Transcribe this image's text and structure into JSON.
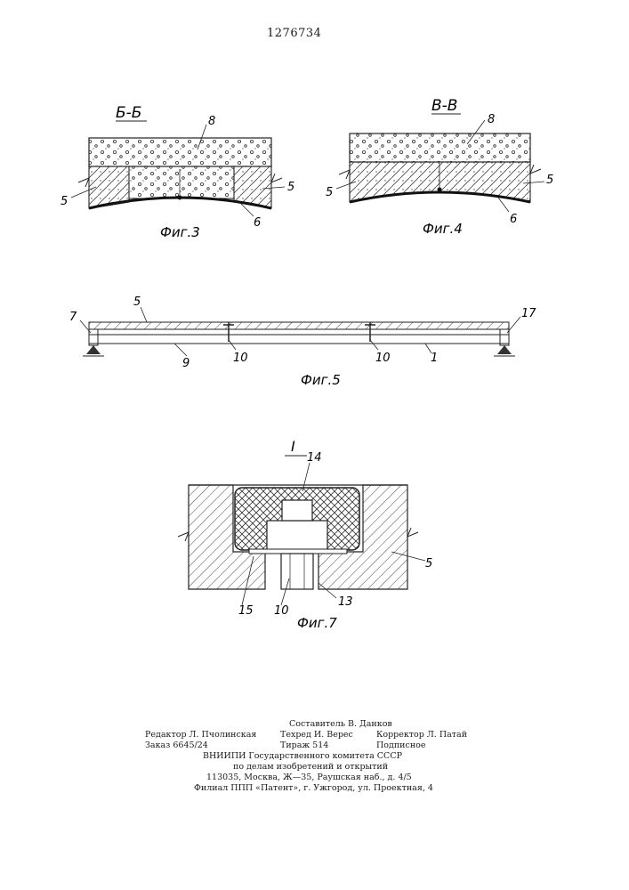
{
  "patent_number": "1276734",
  "fig3": {
    "section_title": "Б-Б",
    "caption": "Фиг.3",
    "labels": [
      "8",
      "5",
      "5",
      "6"
    ]
  },
  "fig4": {
    "section_title": "В-В",
    "caption": "Фиг.4",
    "labels": [
      "8",
      "5",
      "5",
      "6"
    ]
  },
  "fig5": {
    "caption": "Фиг.5",
    "labels": [
      "5",
      "7",
      "17",
      "9",
      "10",
      "10",
      "1"
    ]
  },
  "fig7": {
    "detail_title": "I",
    "caption": "Фиг.7",
    "labels": [
      "14",
      "5",
      "15",
      "10",
      "13"
    ]
  },
  "imprint": {
    "compiler": "Составитель В. Данков",
    "editor": "Редактор Л. Пчолинская",
    "techred": "Техред И. Верес",
    "corrector": "Корректор Л. Патай",
    "order": "Заказ 6645/24",
    "circulation": "Тираж 514",
    "subscription": "Подписное",
    "org_line1": "ВНИИПИ Государственного комитета СССР",
    "org_line2": "по делам изобретений и открытий",
    "org_line3": "113035, Москва, Ж—35, Раушская наб., д. 4/5",
    "branch_line": "Филиал ППП «Патент», г. Ужгород, ул. Проектная, 4"
  }
}
